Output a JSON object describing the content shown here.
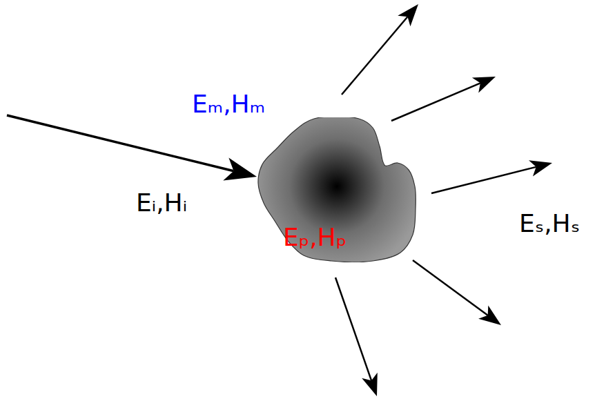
{
  "diagram": {
    "nodes": [
      {
        "text": [
          "Eₚ,Hₚ"
        ]
      }
    ],
    "labels": [
      "Eₘ,Hₘ",
      "Eᵢ,Hᵢ",
      "Eₛ,Hₛ"
    ]
  }
}
